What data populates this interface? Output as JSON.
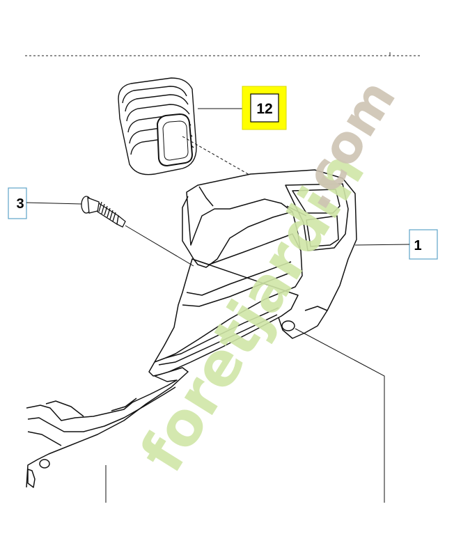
{
  "callouts": {
    "part_12": "12",
    "part_left": "3",
    "part_right": "1"
  },
  "watermark": {
    "brand": "foretjardin",
    "suffix": ".com",
    "color_primary": "#cfe6a6",
    "color_secondary": "#cdc3b3"
  },
  "highlight_color": "#ffff00"
}
